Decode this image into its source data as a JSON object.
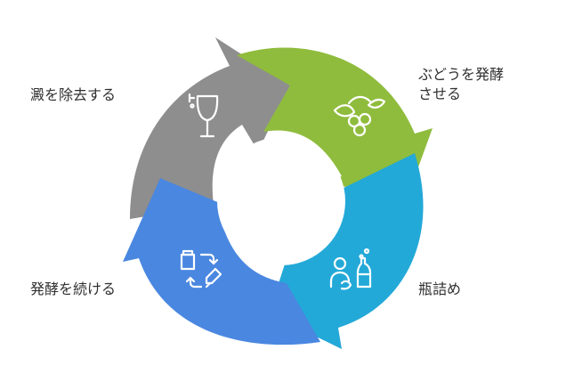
{
  "diagram": {
    "steps": [
      {
        "id": "remove-sediment",
        "label": "澱を除去する",
        "icon": "wine-glass-icon",
        "color": "#8e8e8e"
      },
      {
        "id": "ferment-grapes",
        "label_lines": [
          "ぶどうを発酵",
          "させる"
        ],
        "icon": "grapes-icon",
        "color": "#8fbc3d"
      },
      {
        "id": "bottling",
        "label": "瓶詰め",
        "icon": "person-bottle-icon",
        "color": "#23a9d8"
      },
      {
        "id": "continue-fermentation",
        "label": "発酵を続ける",
        "icon": "jar-cycle-icon",
        "color": "#4a87e0"
      }
    ],
    "icon_color": "#ffffff"
  }
}
